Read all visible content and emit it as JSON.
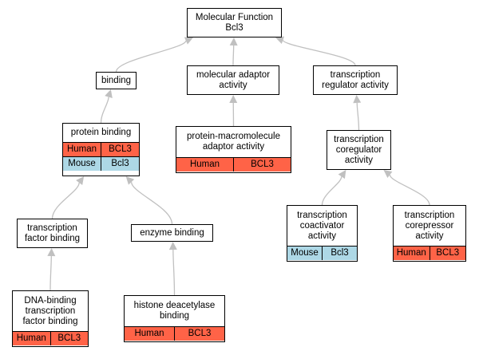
{
  "colors": {
    "human": "#ff6347",
    "mouse": "#add8e6",
    "edge": "#c0c0c0"
  },
  "nodes": {
    "mf": {
      "title": "Molecular Function\nBcl3",
      "annotations": []
    },
    "bind": {
      "title": "binding",
      "annotations": []
    },
    "mad": {
      "title": "molecular adaptor\nactivity",
      "annotations": []
    },
    "tra": {
      "title": "transcription\nregulator activity",
      "annotations": []
    },
    "pb": {
      "title": "protein binding",
      "annotations": [
        {
          "species": "Human",
          "gene": "BCL3"
        },
        {
          "species": "Mouse",
          "gene": "Bcl3"
        }
      ]
    },
    "pmad": {
      "title": "protein-macromolecule\nadaptor activity",
      "annotations": [
        {
          "species": "Human",
          "gene": "BCL3"
        }
      ]
    },
    "tcr": {
      "title": "transcription\ncoregulator\nactivity",
      "annotations": []
    },
    "tfb": {
      "title": "transcription\nfactor binding",
      "annotations": []
    },
    "eb": {
      "title": "enzyme binding",
      "annotations": []
    },
    "tca": {
      "title": "transcription\ncoactivator\nactivity",
      "annotations": [
        {
          "species": "Mouse",
          "gene": "Bcl3"
        }
      ]
    },
    "tcor": {
      "title": "transcription\ncorepressor\nactivity",
      "annotations": [
        {
          "species": "Human",
          "gene": "BCL3"
        }
      ]
    },
    "dna": {
      "title": "DNA-binding\ntranscription\nfactor binding",
      "annotations": [
        {
          "species": "Human",
          "gene": "BCL3"
        }
      ]
    },
    "hdb": {
      "title": "histone deacetylase\nbinding",
      "annotations": [
        {
          "species": "Human",
          "gene": "BCL3"
        }
      ]
    }
  },
  "edges": [
    [
      "bind",
      "mf"
    ],
    [
      "mad",
      "mf"
    ],
    [
      "tra",
      "mf"
    ],
    [
      "pb",
      "bind"
    ],
    [
      "pmad",
      "mad"
    ],
    [
      "tcr",
      "tra"
    ],
    [
      "tfb",
      "pb"
    ],
    [
      "eb",
      "pb"
    ],
    [
      "tca",
      "tcr"
    ],
    [
      "tcor",
      "tcr"
    ],
    [
      "dna",
      "tfb"
    ],
    [
      "hdb",
      "eb"
    ]
  ]
}
